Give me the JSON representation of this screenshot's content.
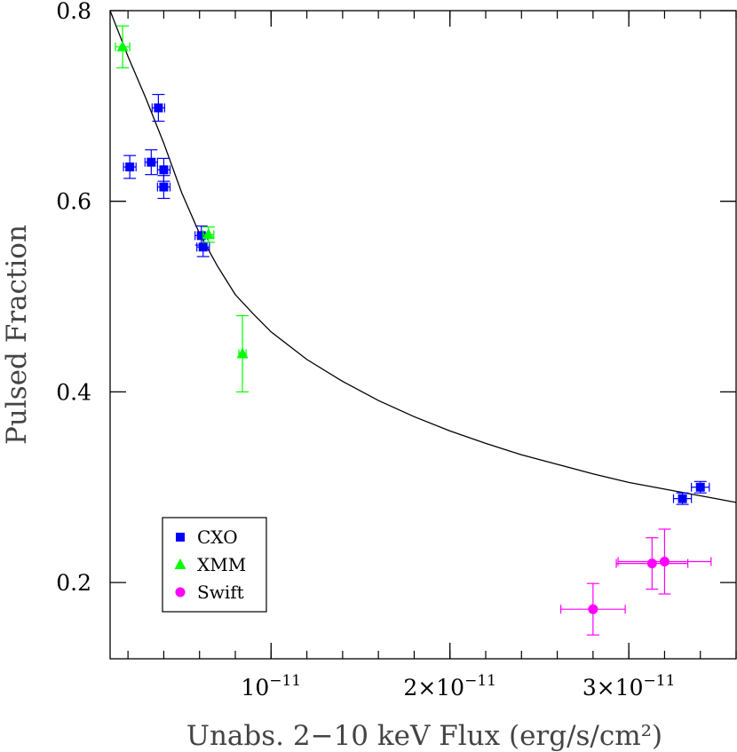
{
  "chart_data": {
    "type": "scatter",
    "xlabel": "Unabs. 2−10 keV Flux (erg/s/cm²)",
    "ylabel": "Pulsed Fraction",
    "xlim": [
      1e-12,
      3.6e-11
    ],
    "ylim": [
      0.12,
      0.8
    ],
    "grid": false,
    "legend_position": "bottom-left",
    "x_ticks": [
      {
        "value": 1e-11,
        "label": "10",
        "exp": "−11"
      },
      {
        "value": 2e-11,
        "label": "2×10",
        "exp": "−11"
      },
      {
        "value": 3e-11,
        "label": "3×10",
        "exp": "−11"
      }
    ],
    "y_ticks": [
      {
        "value": 0.2,
        "label": "0.2"
      },
      {
        "value": 0.4,
        "label": "0.4"
      },
      {
        "value": 0.6,
        "label": "0.6"
      },
      {
        "value": 0.8,
        "label": "0.8"
      }
    ],
    "x_minor_step": 2e-12,
    "y_minor_step": 0.05,
    "series": [
      {
        "name": "CXO",
        "marker": "square",
        "color": "#0000ff",
        "points": [
          {
            "x": 2.1e-12,
            "y": 0.636,
            "xerr": 3.5e-13,
            "yerr": 0.012
          },
          {
            "x": 3.3e-12,
            "y": 0.641,
            "xerr": 3.5e-13,
            "yerr": 0.013
          },
          {
            "x": 3.7e-12,
            "y": 0.698,
            "xerr": 3.5e-13,
            "yerr": 0.014
          },
          {
            "x": 4e-12,
            "y": 0.633,
            "xerr": 3.5e-13,
            "yerr": 0.012
          },
          {
            "x": 4e-12,
            "y": 0.615,
            "xerr": 3.5e-13,
            "yerr": 0.012
          },
          {
            "x": 6.1e-12,
            "y": 0.564,
            "xerr": 3.5e-13,
            "yerr": 0.01
          },
          {
            "x": 6.2e-12,
            "y": 0.552,
            "xerr": 3.5e-13,
            "yerr": 0.01
          },
          {
            "x": 3.3e-11,
            "y": 0.288,
            "xerr": 5e-13,
            "yerr": 0.006
          },
          {
            "x": 3.4e-11,
            "y": 0.3,
            "xerr": 5e-13,
            "yerr": 0.006
          }
        ]
      },
      {
        "name": "XMM",
        "marker": "triangle",
        "color": "#00ff00",
        "points": [
          {
            "x": 1.7e-12,
            "y": 0.762,
            "xerr": 4e-13,
            "yerr": 0.022
          },
          {
            "x": 6.5e-12,
            "y": 0.565,
            "xerr": 3e-13,
            "yerr": 0.008
          },
          {
            "x": 8.4e-12,
            "y": 0.44,
            "xerr": 2e-13,
            "yerr": 0.04
          }
        ]
      },
      {
        "name": "Swift",
        "marker": "circle",
        "color": "#ff00ff",
        "points": [
          {
            "x": 2.8e-11,
            "y": 0.172,
            "xerr": 1.8e-12,
            "yerr": 0.027
          },
          {
            "x": 3.13e-11,
            "y": 0.22,
            "xerr": 2e-12,
            "yerr": 0.027
          },
          {
            "x": 3.2e-11,
            "y": 0.222,
            "xerr": 2.6e-12,
            "yerr": 0.034
          }
        ]
      }
    ],
    "fit_curve": {
      "color": "#000000",
      "points": [
        [
          1e-12,
          0.8
        ],
        [
          1.5e-12,
          0.776
        ],
        [
          2e-12,
          0.752
        ],
        [
          3e-12,
          0.708
        ],
        [
          4e-12,
          0.661
        ],
        [
          5e-12,
          0.609
        ],
        [
          6e-12,
          0.566
        ],
        [
          7e-12,
          0.532
        ],
        [
          8e-12,
          0.502
        ],
        [
          9e-12,
          0.482
        ],
        [
          1e-11,
          0.463
        ],
        [
          1.2e-11,
          0.434
        ],
        [
          1.4e-11,
          0.411
        ],
        [
          1.6e-11,
          0.391
        ],
        [
          1.8e-11,
          0.374
        ],
        [
          2e-11,
          0.359
        ],
        [
          2.2e-11,
          0.346
        ],
        [
          2.4e-11,
          0.334
        ],
        [
          2.6e-11,
          0.324
        ],
        [
          2.8e-11,
          0.314
        ],
        [
          3e-11,
          0.305
        ],
        [
          3.2e-11,
          0.298
        ],
        [
          3.4e-11,
          0.291
        ],
        [
          3.6e-11,
          0.284
        ]
      ]
    }
  }
}
